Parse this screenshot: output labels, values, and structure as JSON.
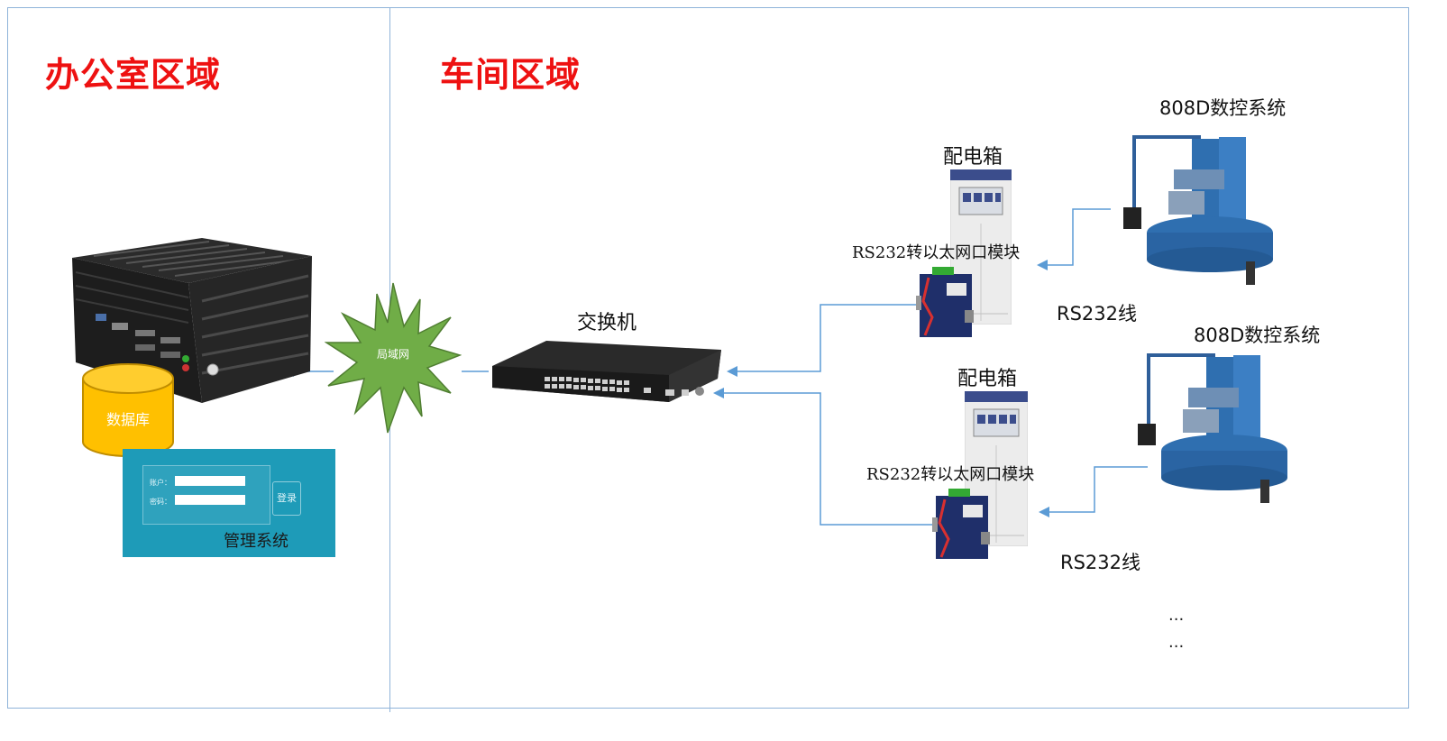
{
  "regions": {
    "office_title": "办公室区域",
    "workshop_title": "车间区域"
  },
  "office": {
    "database_label": "数据库",
    "mgmt_label": "管理系统",
    "mgmt_login_button": "登录",
    "mgmt_field_user": "账户：",
    "mgmt_field_pass": "密码："
  },
  "network": {
    "lan_label": "局域网",
    "switch_label": "交换机"
  },
  "workshop": {
    "units": [
      {
        "cabinet_label": "配电箱",
        "module_label": "RS232转以太网口模块",
        "cable_label": "RS232线",
        "cnc_label": "808D数控系统"
      },
      {
        "cabinet_label": "配电箱",
        "module_label": "RS232转以太网口模块",
        "cable_label": "RS232线",
        "cnc_label": "808D数控系统"
      }
    ],
    "ellipsis_1": "...",
    "ellipsis_2": "..."
  },
  "colors": {
    "region_title": "#ee1111",
    "frame": "#8fb3d9",
    "connector": "#5b9bd5",
    "lan_star": "#70ad47",
    "database": "#ffc000",
    "mgmt_panel": "#1e9bb8",
    "machine_blue": "#2f6fb0"
  }
}
